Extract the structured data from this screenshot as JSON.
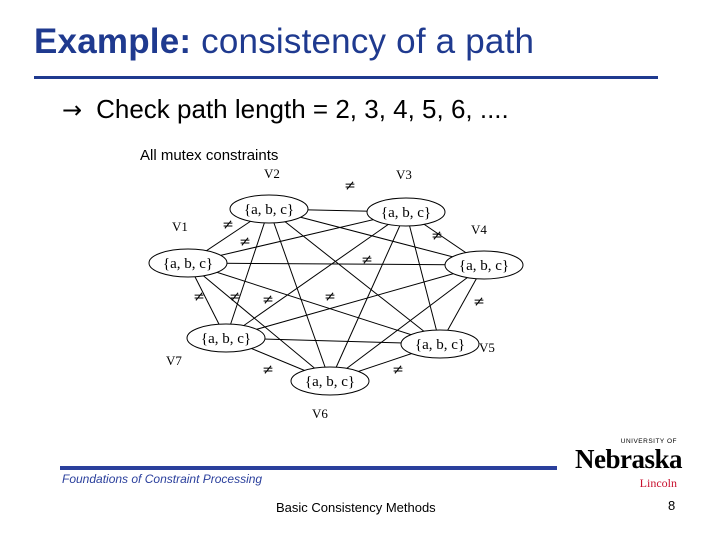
{
  "slide": {
    "title_keyword": "Example:",
    "title_rest": "consistency of a path",
    "bullet_arrow": "→",
    "bullet_text": "Check path length = 2, 3, 4, 5, 6, ....",
    "caption": "All mutex constraints"
  },
  "graph": {
    "domain_label": "{a, b, c}",
    "neq_symbol": "≠",
    "variables": [
      "V1",
      "V2",
      "V3",
      "V4",
      "V5",
      "V6",
      "V7"
    ],
    "node_count": 7,
    "edge_count": 21
  },
  "footer": {
    "course": "Foundations of Constraint Processing",
    "topic": "Basic Consistency Methods",
    "page": "8"
  },
  "logo": {
    "university": "UNIVERSITY OF",
    "name": "Nebraska",
    "city": "Lincoln"
  },
  "colors": {
    "title": "#1f3a8f",
    "footer_rule": "#2a3f9c",
    "logo_accent": "#c8102e"
  }
}
